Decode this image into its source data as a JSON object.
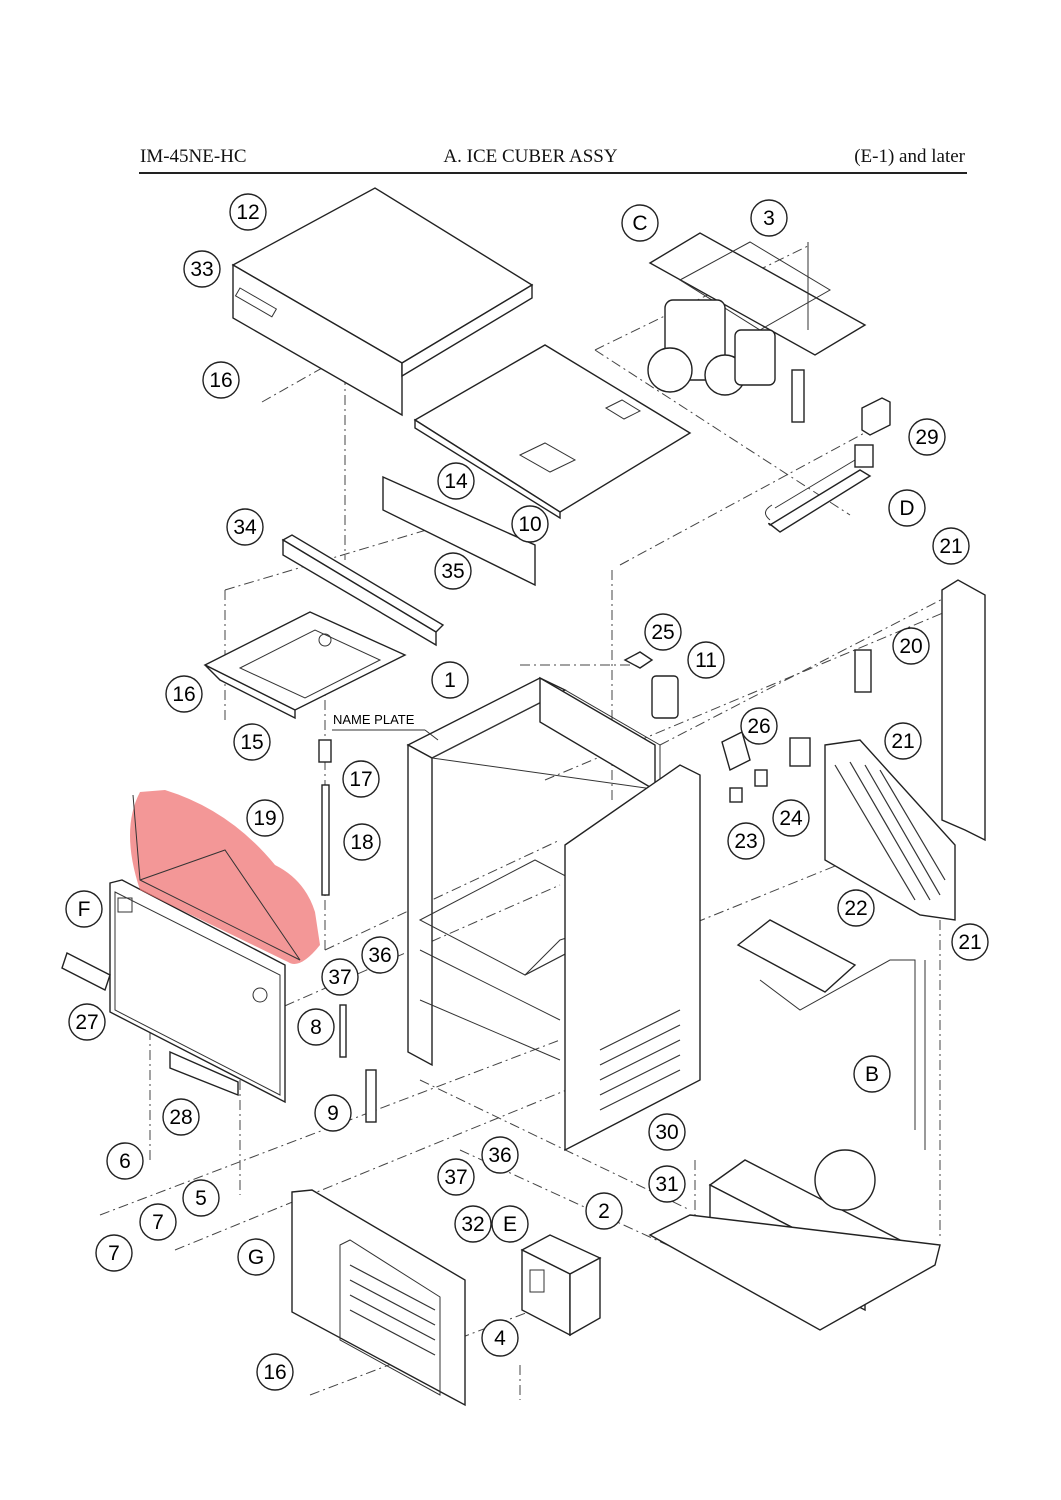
{
  "header": {
    "model": "IM-45NE-HC",
    "title": "A. ICE CUBER ASSY",
    "revision": "(E-1) and later"
  },
  "labels": {
    "name_plate": "NAME PLATE"
  },
  "callouts": [
    "12",
    "33",
    "16",
    "C",
    "3",
    "14",
    "29",
    "10",
    "D",
    "34",
    "35",
    "21",
    "25",
    "11",
    "20",
    "16",
    "1",
    "15",
    "26",
    "21",
    "17",
    "24",
    "19",
    "23",
    "18",
    "22",
    "F",
    "36",
    "21",
    "37",
    "27",
    "8",
    "B",
    "28",
    "9",
    "30",
    "36",
    "6",
    "37",
    "31",
    "5",
    "2",
    "7",
    "32",
    "E",
    "7",
    "G",
    "4",
    "16"
  ],
  "colors": {
    "highlight": "#ef6f6f",
    "line": "#222222"
  }
}
